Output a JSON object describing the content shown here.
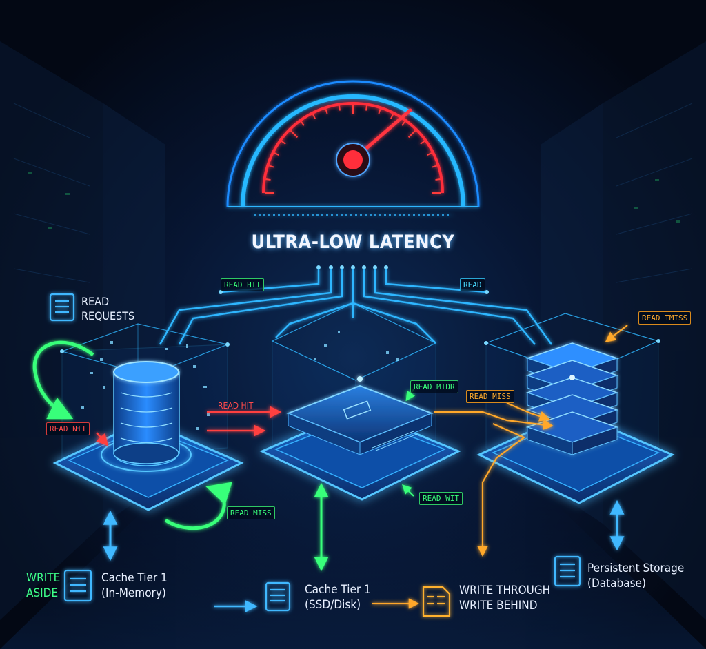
{
  "title": "ULTRA-LOW LATENCY",
  "read_requests": {
    "line1": "READ",
    "line2": "REQUESTS"
  },
  "tags": {
    "read_hit_top": "READ HIT",
    "read_top": "READ",
    "read_tmiss": "READ TMISS",
    "read_midr": "READ MIDR",
    "read_miss_mid": "READ MISS",
    "read_nit": "READ NIT",
    "read_hit_flow": "READ HIT",
    "read_wit": "READ WIT",
    "read_miss_bottom": "READ MISS"
  },
  "captions": {
    "write_aside": {
      "line1": "WRITE",
      "line2": "ASIDE"
    },
    "tier1_mem": {
      "line1": "Cache Tier 1",
      "line2": "(In-Memory)"
    },
    "tier1_ssd": {
      "line1": "Cache Tier 1",
      "line2": "(SSD/Disk)"
    },
    "write_through": {
      "line1": "WRITE THROUGH",
      "line2": "WRITE BEHIND"
    },
    "persistent": {
      "line1": "Persistent Storage",
      "line2": "(Database)"
    }
  },
  "colors": {
    "cyan": "#2fb6ff",
    "green": "#39ff7a",
    "orange": "#ffa82a",
    "red": "#ff3b3b"
  }
}
